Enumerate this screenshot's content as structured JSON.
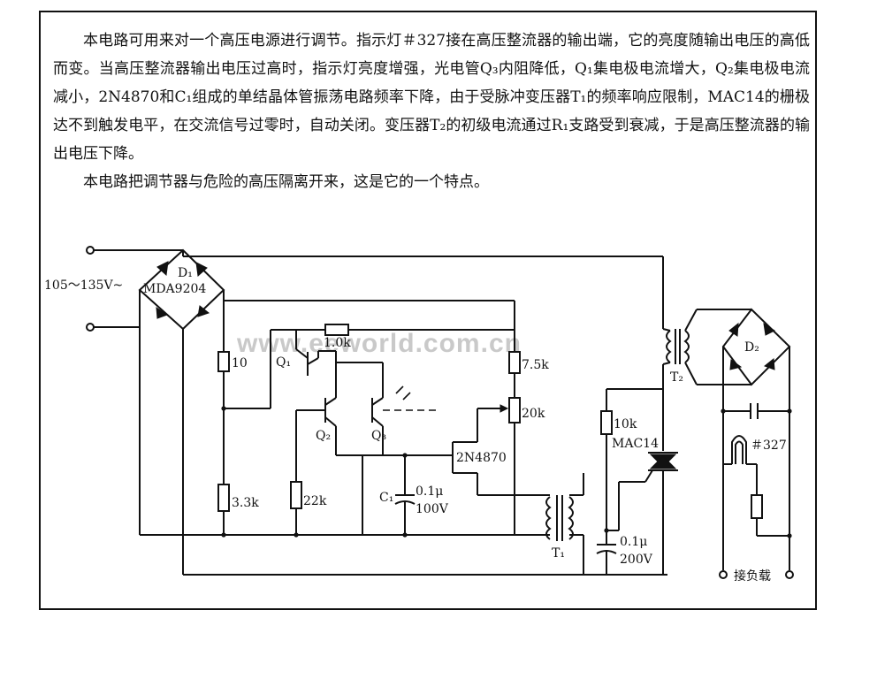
{
  "description": {
    "p1": "本电路可用来对一个高压电源进行调节。指示灯＃327接在高压整流器的输出端，它的亮度随输出电压的高低而变。当高压整流器输出电压过高时，指示灯亮度增强，光电管Q₃内阻降低，Q₁集电极电流增大，Q₂集电极电流减小，2N4870和C₁组成的单结晶体管振荡电路频率下降，由于受脉冲变压器T₁的频率响应限制，MAC14的栅极达不到触发电平，在交流信号过零时，自动关闭。变压器T₂的初级电流通过R₁支路受到衰减，于是高压整流器的输出电压下降。",
    "p2": "本电路把调节器与危险的高压隔离开来，这是它的一个特点。"
  },
  "circuit": {
    "input_voltage": "105～135V~",
    "bridge_d1": "D₁",
    "bridge_d1_part": "MDA9204",
    "r_10": "10",
    "r_3_3k": "3.3k",
    "r_1_0k": "1.0k",
    "r_22k": "22k",
    "r_7_5k": "7.5k",
    "pot_20k": "20k",
    "r_10k": "10k",
    "q1": "Q₁",
    "q2": "Q₂",
    "q3": "Q₃",
    "ujt": "2N4870",
    "c1": "C₁",
    "c1_value": "0.1μ",
    "c1_voltage": "100V",
    "t1": "T₁",
    "c2_value": "0.1μ",
    "c2_voltage": "200V",
    "triac": "MAC14",
    "t2": "T₂",
    "bridge_d2": "D₂",
    "lamp": "＃327",
    "load": "接负载"
  },
  "watermark": "www.eeworld.com.cn"
}
